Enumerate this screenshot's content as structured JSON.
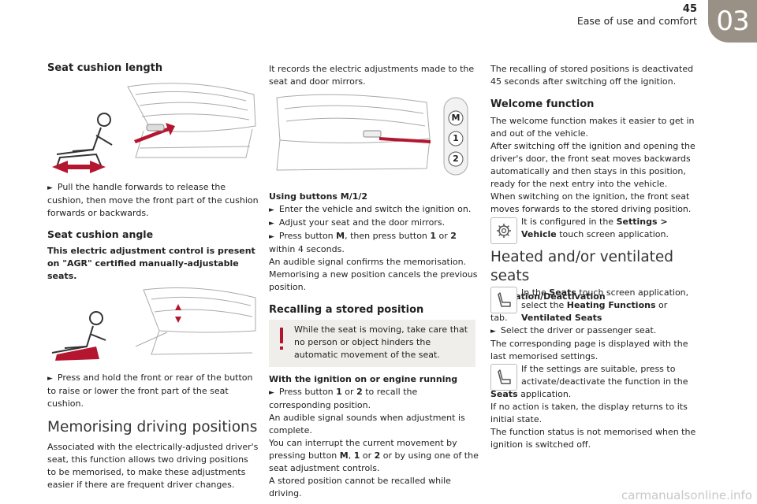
{
  "header": {
    "page_number": "45",
    "title": "Ease of use and comfort",
    "chapter": "03"
  },
  "col1": {
    "h_length": "Seat cushion length",
    "p_length": "Pull the handle forwards to release the cushion, then move the front part of the cushion forwards or backwards.",
    "h_angle": "Seat cushion angle",
    "p_angle_note": "This electric adjustment control is present on \"AGR\" certified manually-adjustable seats.",
    "p_angle": "Press and hold the front or rear of the button to raise or lower the front part of the seat cushion.",
    "h_memo": "Memorising driving positions",
    "p_memo": "Associated with the electrically-adjusted driver's seat, this function allows two driving positions to be memorised, to make these adjustments easier if there are frequent driver changes."
  },
  "col2": {
    "p_records": "It records the electric adjustments made to the seat and door mirrors.",
    "buttons": [
      "M",
      "1",
      "2"
    ],
    "h_using": "Using buttons M/1/2",
    "b1": "Enter the vehicle and switch the ignition on.",
    "b2": "Adjust your seat and the door mirrors.",
    "b3_a": "Press button ",
    "b3_m": "M",
    "b3_b": ", then press button ",
    "b3_1": "1",
    "b3_or": " or ",
    "b3_2": "2",
    "b3_c": " within 4 seconds.",
    "p_audible": "An audible signal confirms the memorisation.",
    "p_cancel": "Memorising a new position cancels the previous position.",
    "h_recall": "Recalling a stored position",
    "warn": "While the seat is moving, take care that no person or object hinders the automatic movement of the seat.",
    "h_ign": "With the ignition on or engine running",
    "b4_a": "Press button ",
    "b4_1": "1",
    "b4_or": " or ",
    "b4_2": "2",
    "b4_b": " to recall the corresponding position.",
    "p_sounds": "An audible signal sounds when adjustment is complete.",
    "p_int_a": "You can interrupt the current movement by pressing button ",
    "p_int_m": "M",
    "p_int_c1": ", ",
    "p_int_1": "1",
    "p_int_or": " or ",
    "p_int_2": "2",
    "p_int_b": " or by using one of the seat adjustment controls.",
    "p_stored": "A stored position cannot be recalled while driving."
  },
  "col3": {
    "p_deact": "The recalling of stored positions is deactivated 45 seconds after switching off the ignition.",
    "h_welcome": "Welcome function",
    "p_w1": "The welcome function makes it easier to get in and out of the vehicle.",
    "p_w2": "After switching off the ignition and opening the driver's door, the front seat moves backwards automatically and then stays in this position, ready for the next entry into the vehicle.",
    "p_w3": "When switching on the ignition, the front seat moves forwards to the stored driving position.",
    "p_cfg_a": "It is configured in the ",
    "p_cfg_b": "Settings > Vehicle",
    "p_cfg_c": " touch screen application.",
    "h_heated": "Heated and/or ventilated seats",
    "h_act": "Activation/Deactivation",
    "p_in_a": "In the ",
    "p_in_seats": "Seats",
    "p_in_b": " touch screen application, select the ",
    "p_in_heat": "Heating Functions",
    "p_in_or": " or ",
    "p_in_vent": "Ventilated Seats",
    "p_in_tab": " tab.",
    "b_select": "Select the driver or passenger seat.",
    "p_corr": "The corresponding page is displayed with the last memorised settings.",
    "p_if_a": "If the settings are suitable, press to activate/deactivate the function in the ",
    "p_if_seats": "Seats",
    "p_if_b": " application.",
    "p_noact": "If no action is taken, the display returns to its initial state.",
    "p_status": "The function status is not memorised when the ignition is switched off."
  },
  "footer": "carmanualsonline.info",
  "colors": {
    "accent": "#b5162f",
    "chapter_tab": "#9a9186",
    "warn_bg": "#efeeea"
  }
}
